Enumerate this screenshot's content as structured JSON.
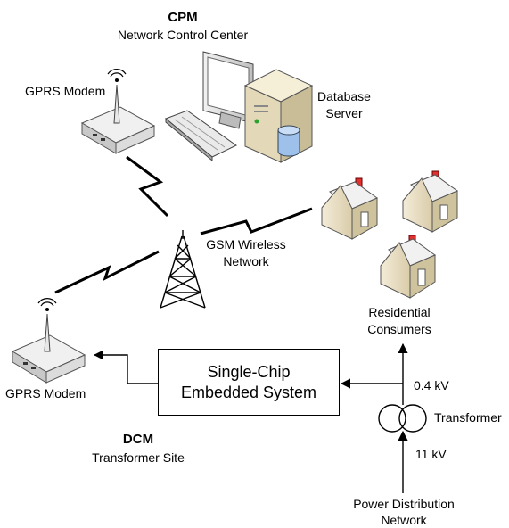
{
  "cpm": {
    "title": "CPM",
    "subtitle": "Network Control Center"
  },
  "labels": {
    "gprs_modem_top": "GPRS Modem",
    "database_server_1": "Database",
    "database_server_2": "Server",
    "gsm_1": "GSM Wireless",
    "gsm_2": "Network",
    "residential_1": "Residential",
    "residential_2": "Consumers",
    "gprs_modem_bottom": "GPRS Modem",
    "voltage_low": "0.4 kV",
    "transformer": "Transformer",
    "voltage_high": "11 kV",
    "power_dist_1": "Power Distribution",
    "power_dist_2": "Network"
  },
  "embedded": {
    "line1": "Single-Chip",
    "line2": "Embedded System"
  },
  "dcm": {
    "title": "DCM",
    "subtitle": "Transformer Site"
  },
  "icons": [
    "modem-icon",
    "computer-icon",
    "keyboard-icon",
    "server-icon",
    "database-icon",
    "house-icon",
    "tower-icon",
    "transformer-icon",
    "lightning-link-icon"
  ]
}
